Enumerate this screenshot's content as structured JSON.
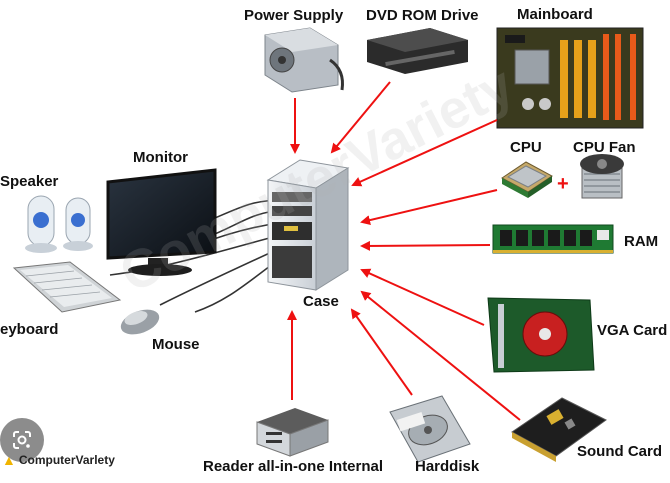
{
  "labels": {
    "power_supply": "Power Supply",
    "dvd_rom": "DVD ROM Drive",
    "mainboard": "Mainboard",
    "monitor": "Monitor",
    "cpu": "CPU",
    "cpu_fan": "CPU Fan",
    "plus": "+",
    "speaker": "Speaker",
    "ram": "RAM",
    "keyboard": "eyboard",
    "case": "Case",
    "vga_card": "VGA Card",
    "mouse": "Mouse",
    "sound_card": "Sound Card",
    "reader": "Reader all-in-one Internal",
    "harddisk": "Harddisk"
  },
  "watermark": "ComputerVariety",
  "logo_text": "ComputerVarlety",
  "icons": {
    "lens": "google-lens-icon",
    "logo": "computervariety-logo-icon"
  },
  "colors": {
    "arrow": "#ee1111",
    "label": "#111111",
    "case_body": "#dfe3e8",
    "board": "#3a3a1e"
  }
}
